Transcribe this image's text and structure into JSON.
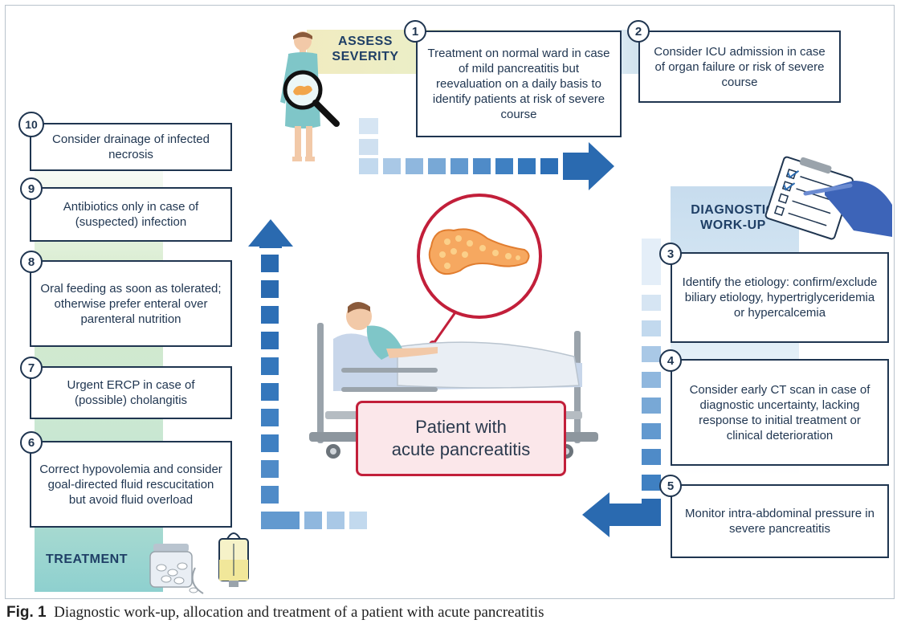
{
  "colors": {
    "navy": "#1f3550",
    "blue_dark": "#2a6ab0",
    "blue_light": "#bfd6ec",
    "green_band": "#cfe6c7",
    "red": "#c21f3a",
    "red_fill": "#fbe7ea"
  },
  "sections": {
    "assess_severity": "ASSESS\nSEVERITY",
    "diagnostic_workup": "DIAGNOSTIC\nWORK-UP",
    "treatment": "TREATMENT"
  },
  "center_label": "Patient with\nacute pancreatitis",
  "steps": [
    {
      "number": "1",
      "text": "Treatment on normal ward in case of mild pancreatitis but reevaluation on a daily basis to identify patients at risk of severe course"
    },
    {
      "number": "2",
      "text": "Consider ICU admission in case of organ failure or risk of severe course"
    },
    {
      "number": "3",
      "text": "Identify the etiology: confirm/exclude biliary etiology, hypertriglyceridemia or hypercalcemia"
    },
    {
      "number": "4",
      "text": "Consider early CT scan in case of diagnostic uncertainty, lacking response to initial treatment or clinical deterioration"
    },
    {
      "number": "5",
      "text": "Monitor intra-abdominal pressure in severe pancreatitis"
    },
    {
      "number": "6",
      "text": "Correct hypovolemia and consider goal-directed fluid rescucitation but avoid fluid overload"
    },
    {
      "number": "7",
      "text": "Urgent ERCP in case of (possible) cholangitis"
    },
    {
      "number": "8",
      "text": "Oral feeding as soon as tolerated; otherwise prefer enteral over parenteral nutrition"
    },
    {
      "number": "9",
      "text": "Antibiotics only in case of (suspected) infection"
    },
    {
      "number": "10",
      "text": "Consider drainage of infected necrosis"
    }
  ],
  "caption": {
    "prefix": "Fig. 1",
    "text": "Diagnostic work-up, allocation and treatment of a patient with acute pancreatitis"
  },
  "icons": [
    "patient-standing-icon",
    "magnifier-icon",
    "pancreas-icon",
    "hospital-bed-icon",
    "checklist-icon",
    "pills-jar-icon",
    "iv-bag-icon"
  ]
}
